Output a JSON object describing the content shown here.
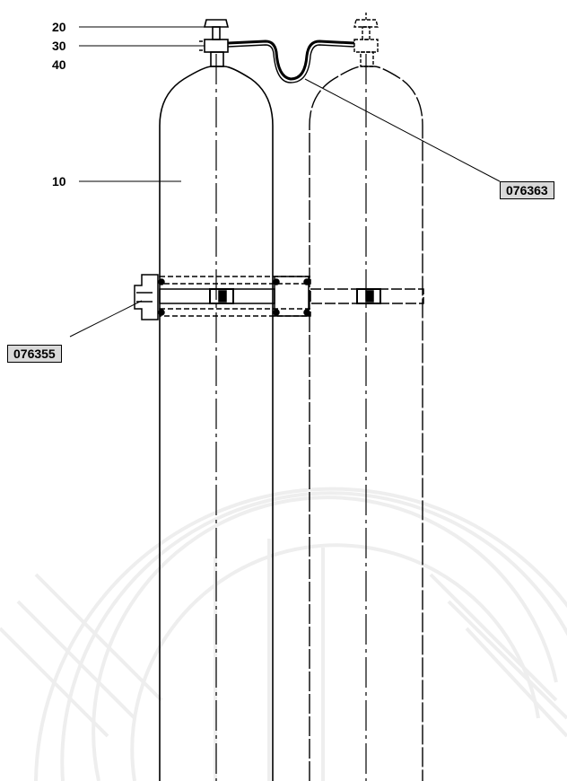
{
  "callouts": {
    "item_20": "20",
    "item_30": "30",
    "item_40": "40",
    "item_10": "10"
  },
  "part_numbers": {
    "manifold_hose": "076363",
    "bracket": "076355"
  },
  "colors": {
    "line": "#000000",
    "label_box_fill": "#d9d9d9",
    "watermark": "#eeeeee"
  }
}
